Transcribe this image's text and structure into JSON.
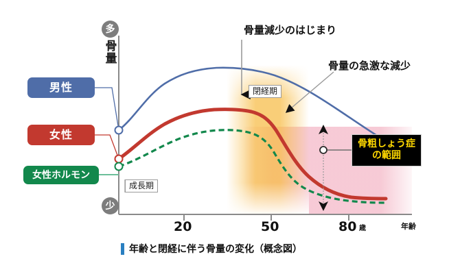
{
  "figure": {
    "caption": "年齢と閉経に伴う骨量の変化（概念図）",
    "caption_bar_color": "#2a7fc1"
  },
  "axes": {
    "y_title": "骨量",
    "y_high_badge": "多",
    "y_low_badge": "少",
    "x_title": "年齢",
    "x_unit": "歳",
    "x_ticks": [
      "20",
      "50",
      "80"
    ]
  },
  "legend": [
    {
      "label": "男性",
      "color": "#4f6da8",
      "style": "solid"
    },
    {
      "label": "女性",
      "color": "#c2392f",
      "style": "solid-thick"
    },
    {
      "label": "女性ホルモン",
      "color": "#12884c",
      "style": "dashed"
    }
  ],
  "annotations": {
    "start_of_decline": "骨量減少のはじまり",
    "rapid_decline": "骨量の急激な減少",
    "growth_period": "成長期",
    "menopause_period": "閉経期",
    "osteoporosis_range_line1": "骨粗しょう症",
    "osteoporosis_range_line2": "の範囲"
  },
  "colors": {
    "male": "#4f6da8",
    "female": "#c2392f",
    "hormone": "#12884c",
    "menopause_glow": "#f6b93b",
    "osteoporosis_band": "#f6c6d2",
    "axis": "#8a8a8a",
    "callout_bg": "#000000",
    "callout_text": "#ffd800"
  },
  "chart_data": {
    "type": "line",
    "title": "年齢と閉経に伴う骨量の変化（概念図）",
    "xlabel": "年齢",
    "ylabel": "骨量",
    "xlim": [
      0,
      90
    ],
    "ylim": [
      0,
      100
    ],
    "x_tick_labels": [
      "20",
      "50",
      "80"
    ],
    "x_ticks": [
      20,
      50,
      80
    ],
    "y_tick_labels": [
      "少",
      "多"
    ],
    "grid": false,
    "legend_position": "left-outside",
    "series": [
      {
        "name": "男性",
        "color": "#4f6da8",
        "style": "solid",
        "x": [
          0,
          5,
          10,
          15,
          20,
          25,
          30,
          35,
          40,
          45,
          50,
          55,
          60,
          65,
          70,
          75,
          80,
          85
        ],
        "y": [
          42,
          52,
          66,
          78,
          86,
          89,
          90,
          90,
          89,
          87,
          84,
          80,
          75,
          70,
          64,
          58,
          53,
          49
        ]
      },
      {
        "name": "女性",
        "color": "#c2392f",
        "style": "solid-thick",
        "x": [
          0,
          5,
          10,
          15,
          20,
          25,
          30,
          35,
          40,
          45,
          50,
          55,
          60,
          65,
          70,
          75,
          80,
          85
        ],
        "y": [
          28,
          38,
          52,
          63,
          68,
          70,
          70,
          69,
          68,
          60,
          48,
          38,
          31,
          26,
          23,
          21,
          20,
          19
        ]
      },
      {
        "name": "女性ホルモン",
        "color": "#12884c",
        "style": "dashed",
        "x": [
          0,
          5,
          10,
          15,
          20,
          25,
          30,
          35,
          40,
          45,
          50,
          55,
          60,
          65,
          70,
          75,
          80,
          85
        ],
        "y": [
          22,
          30,
          40,
          48,
          52,
          53,
          53,
          52,
          50,
          42,
          30,
          21,
          15,
          12,
          10,
          9,
          8,
          8
        ]
      }
    ],
    "regions": [
      {
        "name": "閉経期",
        "type": "vertical-glow",
        "x_start": 41,
        "x_end": 53,
        "color": "#f6b93b"
      },
      {
        "name": "骨粗しょう症の範囲",
        "type": "band",
        "x_start": 41,
        "x_end": 88,
        "color": "#f6c6d2"
      }
    ],
    "annotations": [
      {
        "text": "骨量減少のはじまり",
        "points_to_x": 43,
        "points_to_y": 68
      },
      {
        "text": "骨量の急激な減少",
        "points_to_x": 52,
        "points_to_y": 48
      },
      {
        "text": "成長期",
        "points_to_x": 8,
        "points_to_y": 12
      },
      {
        "text": "閉経期",
        "points_to_x": 47,
        "points_to_y": 72
      },
      {
        "text": "骨粗しょう症の範囲",
        "points_to_x": 67,
        "points_to_y": 32
      }
    ]
  }
}
